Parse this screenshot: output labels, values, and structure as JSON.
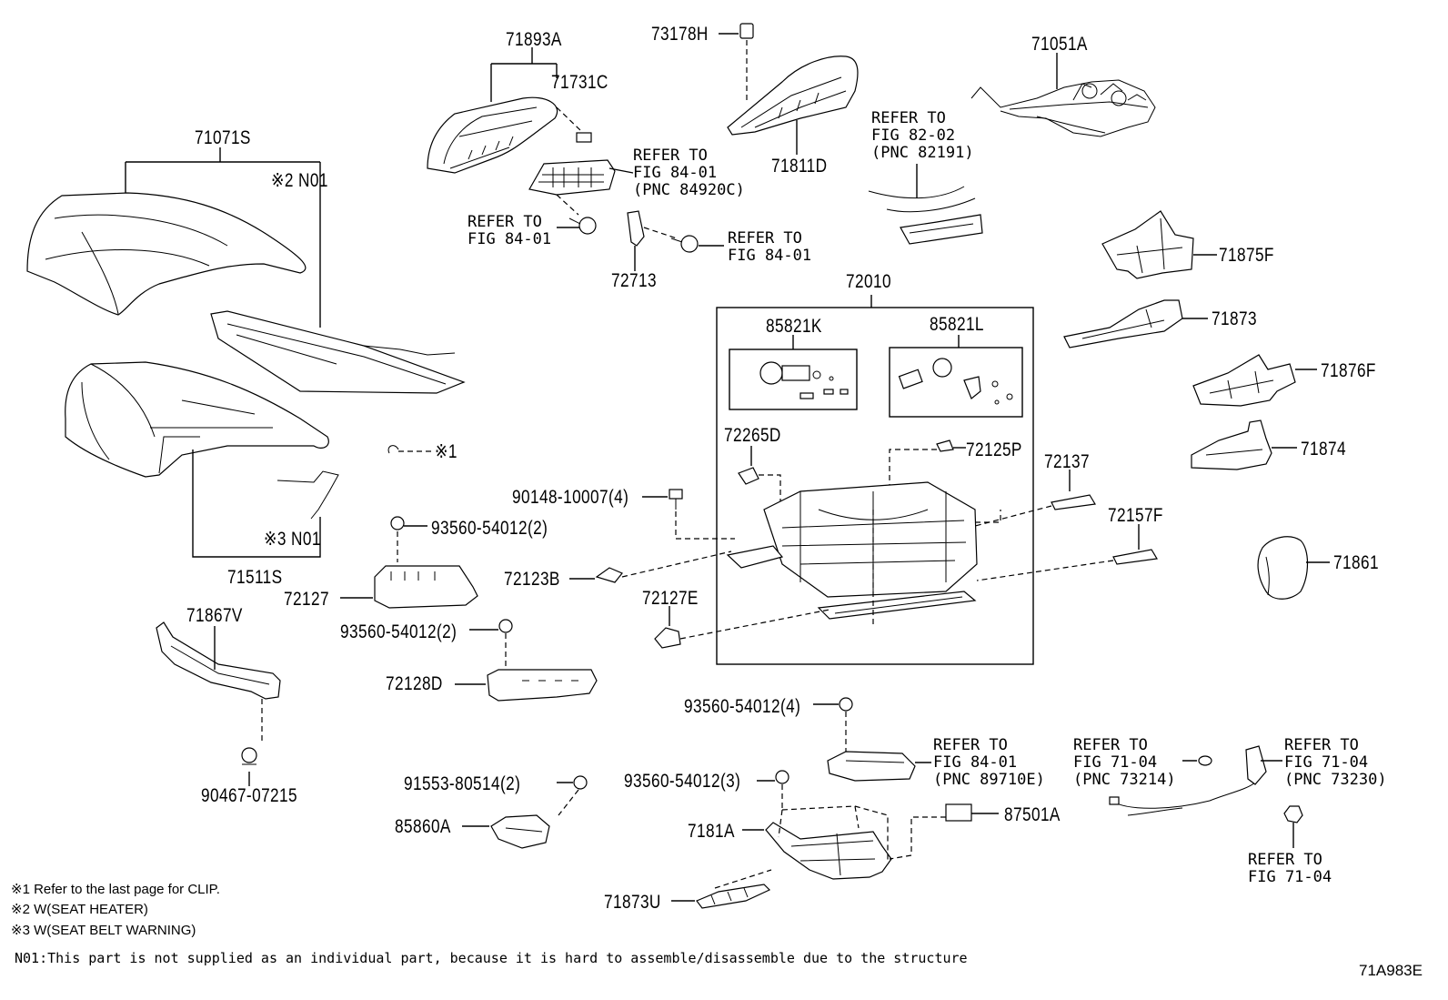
{
  "parts": {
    "p71893A": "71893A",
    "p71731C": "71731C",
    "p73178H": "73178H",
    "p71811D": "71811D",
    "p71051A": "71051A",
    "p71071S": "71071S",
    "p71875F": "71875F",
    "p71873": "71873",
    "p71876F": "71876F",
    "p71874": "71874",
    "p71861": "71861",
    "p72713": "72713",
    "p72010": "72010",
    "p85821K": "85821K",
    "p85821L": "85821L",
    "p72265D": "72265D",
    "p72125P": "72125P",
    "p72137": "72137",
    "p72157F": "72157F",
    "p90148": "90148-10007(4)",
    "p93560a": "93560-54012(2)",
    "p72123B": "72123B",
    "p72127": "72127",
    "p72127E": "72127E",
    "p71511S": "71511S",
    "p71867V": "71867V",
    "p93560b": "93560-54012(2)",
    "p72128D": "72128D",
    "p90467": "90467-07215",
    "p93560c": "93560-54012(4)",
    "p93560d": "93560-54012(3)",
    "p91553": "91553-80514(2)",
    "p85860A": "85860A",
    "p7181A": "7181A",
    "p87501A": "87501A",
    "p71873U": "71873U",
    "n01a": "※2 N01",
    "n01b": "※3 N01",
    "clip": "※1"
  },
  "refs": {
    "r84920C": "REFER TO\nFIG 84-01\n(PNC 84920C)",
    "r8401a": "REFER TO\nFIG 84-01",
    "r8401b": "REFER TO\nFIG 84-01",
    "r82191": "REFER TO\nFIG 82-02\n(PNC 82191)",
    "r89710E": "REFER TO\nFIG 84-01\n(PNC 89710E)",
    "r73214": "REFER TO\nFIG 71-04\n(PNC 73214)",
    "r73230": "REFER TO\nFIG 71-04\n(PNC 73230)",
    "r7104": "REFER TO\nFIG 71-04"
  },
  "notes": {
    "n1": "※1 Refer to the last page for CLIP.",
    "n2": "※2 W(SEAT HEATER)",
    "n3": "※3 W(SEAT BELT WARNING)",
    "n01": "N01:This part is not supplied as an individual part, because it is hard to assemble/disassemble due to the structure"
  },
  "figure_code": "71A983E"
}
